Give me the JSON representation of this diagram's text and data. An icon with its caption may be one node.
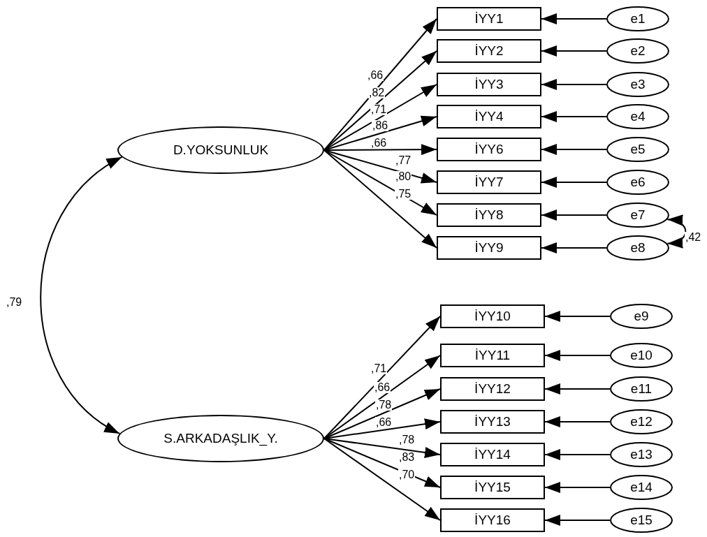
{
  "diagram": {
    "nodes": [
      {
        "text": [
          "D.YOKSUNLUK"
        ]
      },
      {
        "text": [
          "İYY1"
        ]
      },
      {
        "text": [
          "İYY2"
        ]
      },
      {
        "text": [
          "İYY3"
        ]
      },
      {
        "text": [
          "İYY4"
        ]
      },
      {
        "text": [
          "İYY6"
        ]
      },
      {
        "text": [
          "İYY7"
        ]
      },
      {
        "text": [
          "İYY8"
        ]
      },
      {
        "text": [
          "İYY9"
        ]
      },
      {
        "text": [
          "e1"
        ]
      },
      {
        "text": [
          "e2"
        ]
      },
      {
        "text": [
          "e3"
        ]
      },
      {
        "text": [
          "e4"
        ]
      },
      {
        "text": [
          "e5"
        ]
      },
      {
        "text": [
          "e6"
        ]
      },
      {
        "text": [
          "e7"
        ]
      },
      {
        "text": [
          "e8"
        ]
      },
      {
        "text": [
          "S.ARKADAŞLIK_Y."
        ]
      },
      {
        "text": [
          "İYY10"
        ]
      },
      {
        "text": [
          "İYY11"
        ]
      },
      {
        "text": [
          "İYY12"
        ]
      },
      {
        "text": [
          "İYY13"
        ]
      },
      {
        "text": [
          "İYY14"
        ]
      },
      {
        "text": [
          "İYY15"
        ]
      },
      {
        "text": [
          "İYY16"
        ]
      },
      {
        "text": [
          "e9"
        ]
      },
      {
        "text": [
          "e10"
        ]
      },
      {
        "text": [
          "e11"
        ]
      },
      {
        "text": [
          "e12"
        ]
      },
      {
        "text": [
          "e13"
        ]
      },
      {
        "text": [
          "e14"
        ]
      },
      {
        "text": [
          "e15"
        ]
      }
    ],
    "edges": [
      {
        "from": 0,
        "to": 1,
        "arrow": "to",
        "label": ",66"
      },
      {
        "from": 0,
        "to": 2,
        "arrow": "to",
        "label": ",82"
      },
      {
        "from": 0,
        "to": 3,
        "arrow": "to",
        "label": ",71"
      },
      {
        "from": 0,
        "to": 4,
        "arrow": "to",
        "label": ",86"
      },
      {
        "from": 0,
        "to": 5,
        "arrow": "to",
        "label": ",66"
      },
      {
        "from": 0,
        "to": 6,
        "arrow": "to",
        "label": ",77"
      },
      {
        "from": 0,
        "to": 7,
        "arrow": "to",
        "label": ",80"
      },
      {
        "from": 0,
        "to": 8,
        "arrow": "to",
        "label": ",75"
      },
      {
        "from": 9,
        "to": 1,
        "arrow": "to"
      },
      {
        "from": 10,
        "to": 2,
        "arrow": "to"
      },
      {
        "from": 11,
        "to": 3,
        "arrow": "to"
      },
      {
        "from": 12,
        "to": 4,
        "arrow": "to"
      },
      {
        "from": 13,
        "to": 5,
        "arrow": "to"
      },
      {
        "from": 14,
        "to": 6,
        "arrow": "to"
      },
      {
        "from": 15,
        "to": 7,
        "arrow": "to"
      },
      {
        "from": 16,
        "to": 8,
        "arrow": "to"
      },
      {
        "from": 15,
        "to": 16,
        "arrow": "both",
        "label": ",42"
      },
      {
        "from": 17,
        "to": 18,
        "arrow": "to",
        "label": ",71"
      },
      {
        "from": 17,
        "to": 19,
        "arrow": "to",
        "label": ",66"
      },
      {
        "from": 17,
        "to": 20,
        "arrow": "to",
        "label": ",78"
      },
      {
        "from": 17,
        "to": 21,
        "arrow": "to",
        "label": ",66"
      },
      {
        "from": 17,
        "to": 22,
        "arrow": "to",
        "label": ",78"
      },
      {
        "from": 17,
        "to": 23,
        "arrow": "to",
        "label": ",83"
      },
      {
        "from": 17,
        "to": 24,
        "arrow": "to",
        "label": ",70"
      },
      {
        "from": 25,
        "to": 18,
        "arrow": "to"
      },
      {
        "from": 26,
        "to": 19,
        "arrow": "to"
      },
      {
        "from": 27,
        "to": 20,
        "arrow": "to"
      },
      {
        "from": 28,
        "to": 21,
        "arrow": "to"
      },
      {
        "from": 29,
        "to": 22,
        "arrow": "to"
      },
      {
        "from": 30,
        "to": 23,
        "arrow": "to"
      },
      {
        "from": 31,
        "to": 24,
        "arrow": "to"
      },
      {
        "from": 0,
        "to": 17,
        "arrow": "both",
        "label": ",79"
      }
    ]
  }
}
